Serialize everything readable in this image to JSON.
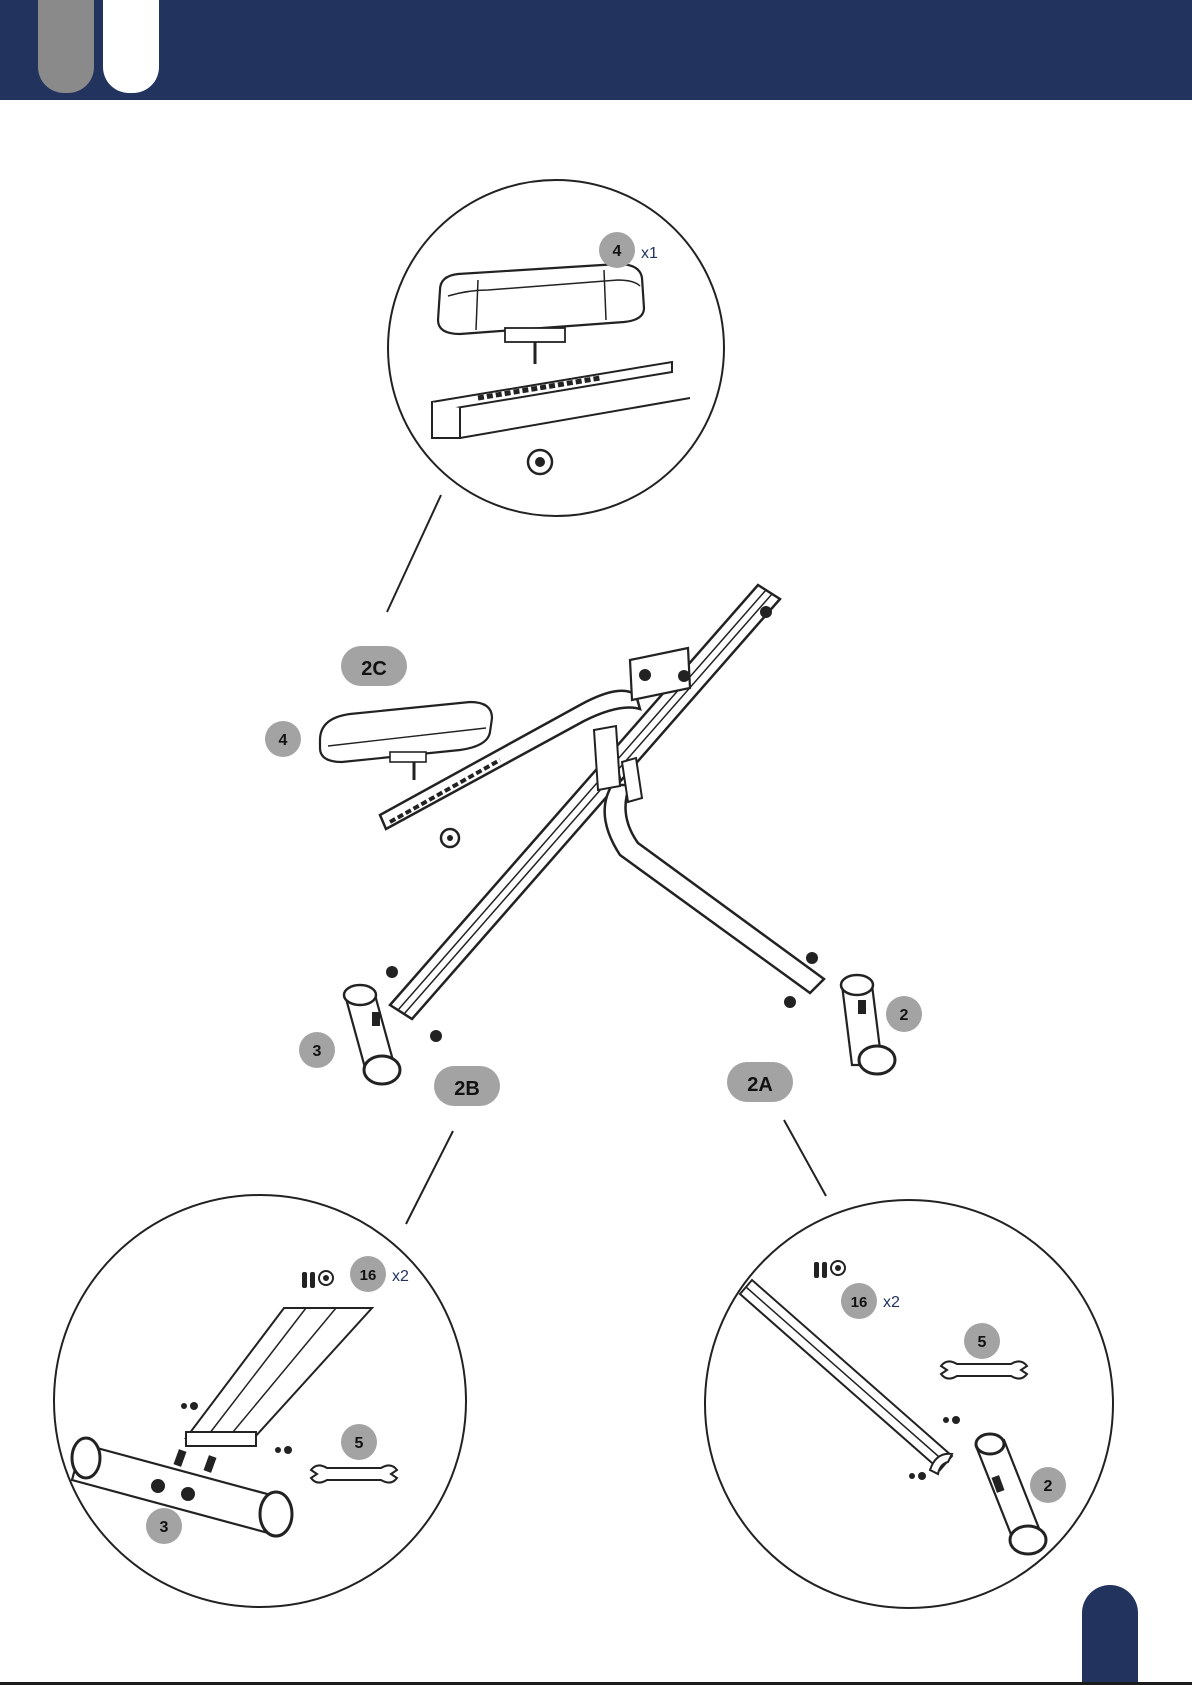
{
  "steps": [
    {
      "id": "2C",
      "parts": [
        {
          "number": "4",
          "qty": "x1"
        }
      ]
    },
    {
      "id": "2B",
      "parts": [
        {
          "number": "16",
          "qty": "x2"
        },
        {
          "number": "5"
        },
        {
          "number": "3"
        }
      ]
    },
    {
      "id": "2A",
      "parts": [
        {
          "number": "16",
          "qty": "x2"
        },
        {
          "number": "5"
        },
        {
          "number": "2"
        }
      ]
    }
  ],
  "callouts": {
    "seat": "4",
    "left_foot": "3",
    "right_foot": "2"
  },
  "colors": {
    "header": "#22335e",
    "tab_grey": "#8a8a8a",
    "badge": "#a3a3a3",
    "qty_text": "#22335e"
  }
}
